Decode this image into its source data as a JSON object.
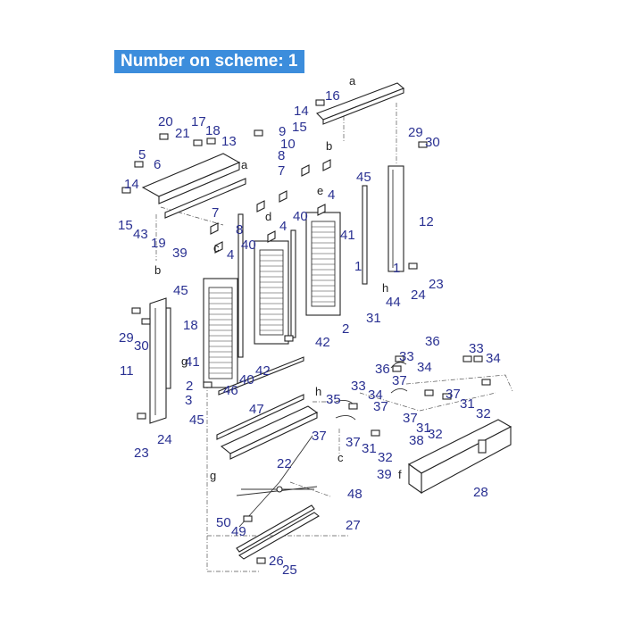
{
  "banner": {
    "text": "Number on scheme: 1",
    "color": "#3c8ddc"
  },
  "label_color": "#2a3192",
  "labels": [
    "1",
    "2",
    "3",
    "4",
    "5",
    "6",
    "7",
    "8",
    "9",
    "10",
    "11",
    "12",
    "13",
    "14",
    "15",
    "16",
    "17",
    "18",
    "19",
    "20",
    "21",
    "22",
    "23",
    "24",
    "25",
    "26",
    "27",
    "28",
    "29",
    "30",
    "31",
    "32",
    "33",
    "34",
    "35",
    "36",
    "37",
    "38",
    "39",
    "40",
    "41",
    "42",
    "43",
    "44",
    "45",
    "46",
    "47",
    "48",
    "49",
    "50"
  ],
  "letters": [
    "a",
    "b",
    "c",
    "d",
    "e",
    "f",
    "g",
    "h"
  ]
}
